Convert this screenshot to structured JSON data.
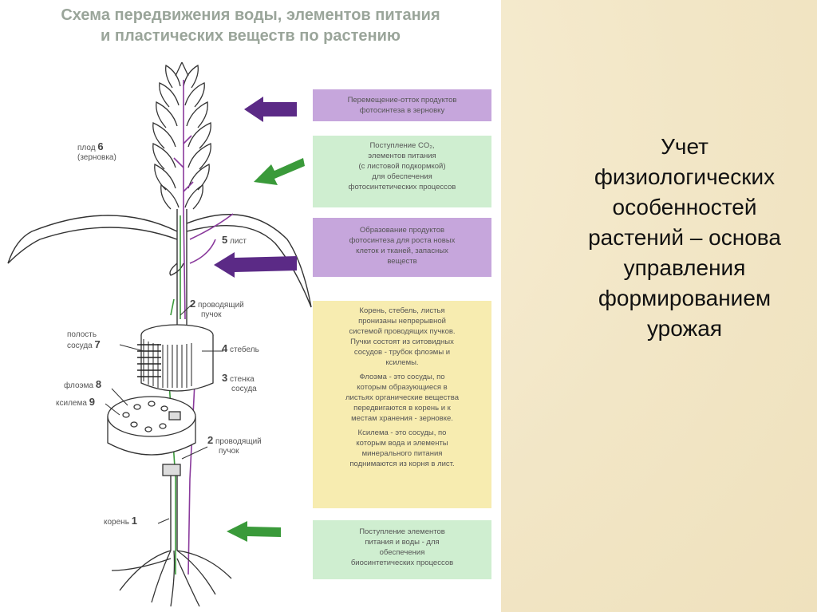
{
  "diagram": {
    "title": [
      "Схема передвижения воды, элементов питания",
      "и пластических веществ по растению"
    ],
    "labels": {
      "fruit": [
        "плод",
        "6",
        "(зерновка)"
      ],
      "leaf": [
        "5",
        "лист"
      ],
      "bundle_top": [
        "2",
        "проводящий",
        "пучок"
      ],
      "vessel_cavity": [
        "полость",
        "сосуда",
        "7"
      ],
      "stem": [
        "4",
        "стебель"
      ],
      "vessel_wall": [
        "3",
        "стенка",
        "сосуда"
      ],
      "phloem": [
        "флоэма",
        "8"
      ],
      "xylem": [
        "ксилема",
        "9"
      ],
      "bundle_bottom": [
        "2",
        "проводящий",
        "пучок"
      ],
      "root": [
        "корень",
        "1"
      ]
    },
    "boxes": {
      "outflow": [
        "Перемещение-отток продуктов",
        "фотосинтеза в зерновку"
      ],
      "co2": [
        "Поступление CO₂,",
        "элементов питания",
        "(с листовой подкормкой)",
        "для обеспечения",
        "фотосинтетических процессов"
      ],
      "products": [
        "Образование продуктов",
        "фотосинтеза для роста новых",
        "клеток и тканей, запасных",
        "веществ"
      ],
      "info": [
        [
          "Корень, стебель, листья",
          "пронизаны непрерывной",
          "системой проводящих пучков.",
          "Пучки состоят из ситовидных",
          "сосудов - трубок флоэмы и",
          "ксилемы."
        ],
        [
          "Флоэма - это сосуды, по",
          "которым образующиеся в",
          "листьях органические вещества",
          "передвигаются в корень и к",
          "местам хранения - зерновке."
        ],
        [
          "Ксилема - это сосуды, по",
          "которым вода и элементы",
          "минерального питания",
          "поднимаются из корня в лист."
        ]
      ],
      "water": [
        "Поступление элементов",
        "питания и воды - для",
        "обеспечения",
        "биосинтетических процессов"
      ]
    },
    "colors": {
      "purple": "#c6a6dc",
      "green": "#cfeed0",
      "yellow": "#f7ecb0",
      "arrow_purple": "#5b2a86",
      "arrow_green": "#3a9a3a"
    }
  },
  "side_text": [
    "Учет",
    "физиологических",
    "особенностей",
    "растений – основа",
    "управления",
    "формированием",
    "урожая"
  ]
}
